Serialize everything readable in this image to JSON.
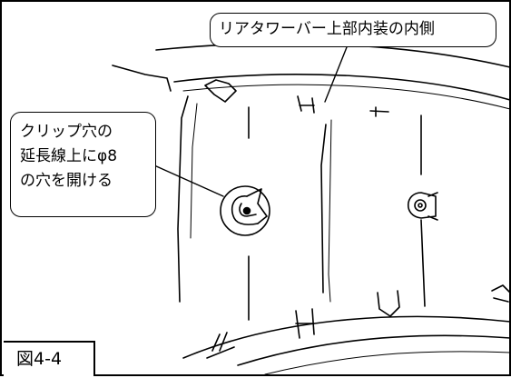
{
  "figure": {
    "caption": "図4-4"
  },
  "callouts": {
    "top_label": "リアタワーバー上部内装の内側",
    "left_label_lines": [
      "クリップ穴の",
      "延長線上にφ8",
      "の穴を開ける"
    ]
  },
  "icons": {
    "left_clip_hole": "clip-hole-with-drill-mark-icon",
    "right_clip": "trim-clip-icon"
  },
  "colors": {
    "line": "#000000",
    "background": "#ffffff"
  }
}
